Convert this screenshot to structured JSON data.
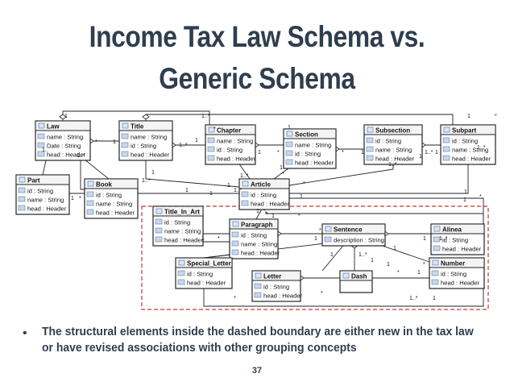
{
  "slide": {
    "title_line1": "Income Tax Law Schema vs.",
    "title_line2": "Generic Schema",
    "bullet_text": "The structural elements inside the dashed boundary are either new in the tax law or have revised associations with other grouping concepts",
    "page_number": "37"
  },
  "diagram": {
    "classes": [
      {
        "id": "law",
        "name": "Law",
        "attrs": [
          "name : String",
          "Date : String",
          "head : Header"
        ]
      },
      {
        "id": "title",
        "name": "Title",
        "attrs": [
          "name : String",
          "id : String",
          "head : Header"
        ]
      },
      {
        "id": "chapter",
        "name": "Chapter",
        "attrs": [
          "name : String",
          "id : String",
          "head : Header"
        ]
      },
      {
        "id": "section",
        "name": "Section",
        "attrs": [
          "name : String",
          "id : String",
          "head : Header"
        ]
      },
      {
        "id": "subsection",
        "name": "Subsection",
        "attrs": [
          "id : String",
          "name : String",
          "head : Header"
        ]
      },
      {
        "id": "subpart",
        "name": "Subpart",
        "attrs": [
          "id : String",
          "name : String",
          "head : Header"
        ]
      },
      {
        "id": "part",
        "name": "Part",
        "attrs": [
          "id : String",
          "name : String",
          "head : Header"
        ]
      },
      {
        "id": "book",
        "name": "Book",
        "attrs": [
          "id : String",
          "name : String",
          "head : Header"
        ]
      },
      {
        "id": "article",
        "name": "Article",
        "attrs": [
          "id : String",
          "head : Header"
        ]
      },
      {
        "id": "titleinart",
        "name": "Title_In_Art",
        "attrs": [
          "id : String",
          "name : String",
          "head : Header"
        ]
      },
      {
        "id": "paragraph",
        "name": "Paragraph",
        "attrs": [
          "id : String",
          "name : String",
          "head : Header"
        ]
      },
      {
        "id": "sentence",
        "name": "Sentence",
        "attrs": [
          "description : String"
        ]
      },
      {
        "id": "alinea",
        "name": "Alinea",
        "attrs": [
          "id : String",
          "head : Header"
        ]
      },
      {
        "id": "specialletter",
        "name": "Special_Letter",
        "attrs": [
          "id : String",
          "head : Header"
        ]
      },
      {
        "id": "letter",
        "name": "Letter",
        "attrs": [
          "id : String",
          "head : Header"
        ]
      },
      {
        "id": "dash",
        "name": "Dash",
        "attrs": []
      },
      {
        "id": "number",
        "name": "Number",
        "attrs": [
          "id : String",
          "head : Header"
        ]
      }
    ],
    "multiplicities": [
      "1",
      "1..*",
      "*",
      "1..",
      "1..*",
      "1",
      "*",
      "1",
      "1..*",
      "1",
      "*",
      "1",
      "1..*",
      "1",
      "*",
      "1",
      "*",
      "1",
      "1..*",
      "1",
      "*",
      "1",
      "1..*",
      "1..*",
      "1",
      "*",
      "1",
      "1..*",
      "1",
      "1",
      "1",
      "1..*",
      "1",
      "*",
      "1",
      "1",
      "*",
      "1",
      "*",
      "1",
      "*",
      "1",
      "1",
      "*",
      "1",
      "1..*",
      "1",
      "*",
      "1",
      "1..*",
      "1",
      "1",
      "*",
      "1..*",
      "1",
      "*",
      "*",
      "1",
      "*"
    ],
    "colors": {
      "line": "#222222",
      "dashed_boundary": "#c0392b",
      "header_bg": "#f4f4f4",
      "attr_icon": "#5b7fb0"
    }
  }
}
